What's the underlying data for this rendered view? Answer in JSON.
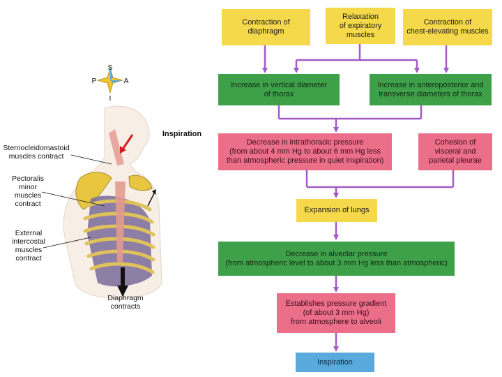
{
  "flow": {
    "contraction_diaphragm": "Contraction of\ndiaphragm",
    "relaxation_expiratory": "Relaxation\nof expiratory\nmuscles",
    "contraction_chest": "Contraction of\nchest-elevating muscles",
    "increase_vertical": "Increase in vertical diameter\nof thorax",
    "increase_antero": "Increase in anteroposterior and\ntransverse diameters of thorax",
    "decrease_intrathoracic": "Decrease in intrathoracic pressure\n(from about 4 mm Hg to about 6 mm Hg less\nthan atmospheric pressure in quiet inspiration)",
    "cohesion": "Cohesion of\nvisceral and\nparietal pleurae",
    "expansion": "Expansion of lungs",
    "decrease_alveolar": "Decrease in alveolar pressure\n(from atmospheric level to about 3 mm Hg less than atmospheric)",
    "gradient": "Establishes pressure gradient\n(of about 3 mm Hg)\nfrom atmosphere to alveoli",
    "inspiration": "Inspiration"
  },
  "illustration": {
    "compass": {
      "s": "S",
      "p": "P",
      "a": "A",
      "i": "I"
    },
    "title": "Inspiration",
    "sternocleidomastoid": "Sternocleidomastoid\nmuscles contract",
    "pectoralis": "Pectoralis\nminor\nmuscles\ncontract",
    "intercostal": "External\nintercostal\nmuscles\ncontract",
    "diaphragm": "Diaphragm\ncontracts"
  },
  "colors": {
    "yellow": "#f5d94a",
    "green": "#3fa04a",
    "pink": "#ec6f8a",
    "blue": "#5aa9dc",
    "connector": "#a25ac8"
  }
}
